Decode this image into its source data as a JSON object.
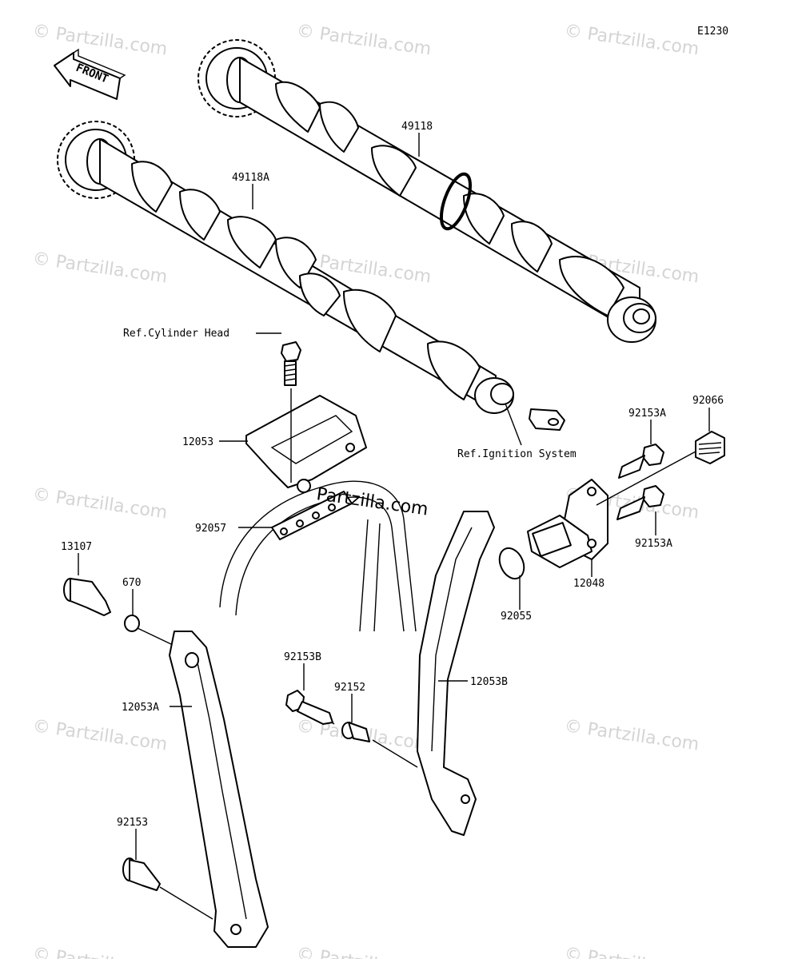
{
  "diagram_code": "E1230",
  "front_label": "FRONT",
  "watermark": "© Partzilla.com",
  "center_watermark": "Partzilla.com",
  "callouts": {
    "c49118": "49118",
    "c49118A": "49118A",
    "ref_cylinder_head": "Ref.Cylinder Head",
    "c12053": "12053",
    "ref_ignition": "Ref.Ignition System",
    "c92153A_top": "92153A",
    "c92066": "92066",
    "c92057": "92057",
    "c92153A_bottom": "92153A",
    "c13107": "13107",
    "c670": "670",
    "c12048": "12048",
    "c92055": "92055",
    "c92153B": "92153B",
    "c92152": "92152",
    "c12053B": "12053B",
    "c12053A": "12053A",
    "c92153": "92153"
  },
  "colors": {
    "line": "#000000",
    "watermark": "#d4d4d4",
    "background": "#ffffff"
  }
}
